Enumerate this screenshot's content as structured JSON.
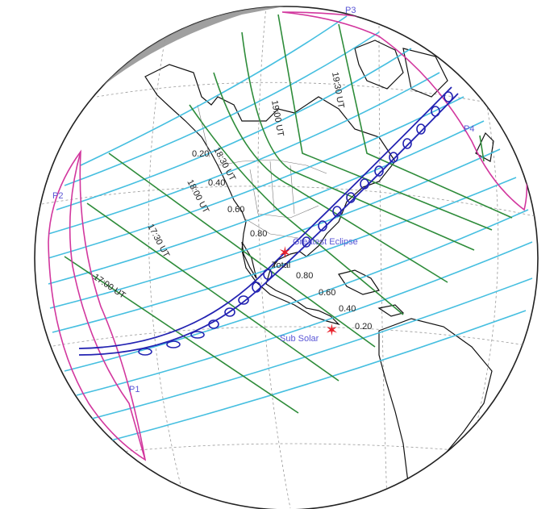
{
  "map": {
    "labels": {
      "greatest_eclipse": "Greatest Eclipse",
      "total": "Total",
      "sub_solar": "Sub Solar",
      "p1": "P1",
      "p2": "P2",
      "p3": "P3",
      "p4": "P4"
    },
    "magnitude_labels": {
      "m020_north": "0.20",
      "m040_north": "0.40",
      "m060_north": "0.60",
      "m080_north": "0.80",
      "m080_south": "0.80",
      "m060_south": "0.60",
      "m040_south": "0.40",
      "m020_south": "0.20"
    },
    "time_labels": {
      "t1700": "17:00 UT",
      "t1730": "17:30 UT",
      "t1800": "18:00 UT",
      "t1830": "18:30 UT",
      "t1900": "19:00 UT",
      "t1930": "19:30 UT"
    },
    "colors": {
      "magnitude_lines": "#46bfe0",
      "time_lines": "#2e8c3a",
      "limit_lines": "#d2379e",
      "central_path": "#2323b2",
      "markers": "#e8202a",
      "label_blue": "#5a56d6"
    }
  }
}
